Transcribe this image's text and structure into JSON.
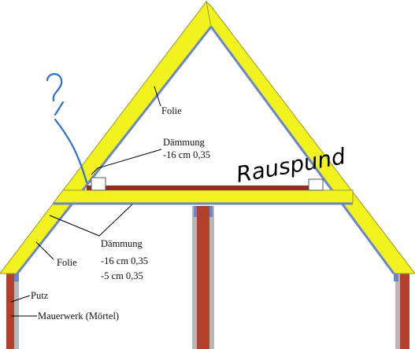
{
  "labels": {
    "folie_top": "Folie",
    "daemmung_top_title": "Dämmung",
    "daemmung_top_value": "-16 cm 0,35",
    "daemmung_bottom_title": "Dämmung",
    "daemmung_bottom_value1": "-16 cm 0,35",
    "daemmung_bottom_value2": "-5 cm 0,35",
    "folie_bottom": "Folie",
    "putz": "Putz",
    "mauerwerk": "Mauerwerk (Mörtel)"
  },
  "handwriting": {
    "question": "?,",
    "rauspund": "Rauspund"
  },
  "colors": {
    "insulation": "#f2f21e",
    "insulation_edge": "#9a9a2a",
    "foil": "#6a86c8",
    "masonry": "#b2402a",
    "plaster": "#b8b8b8",
    "board": "#8f2f22",
    "ink_blue": "#2a6fd6"
  }
}
